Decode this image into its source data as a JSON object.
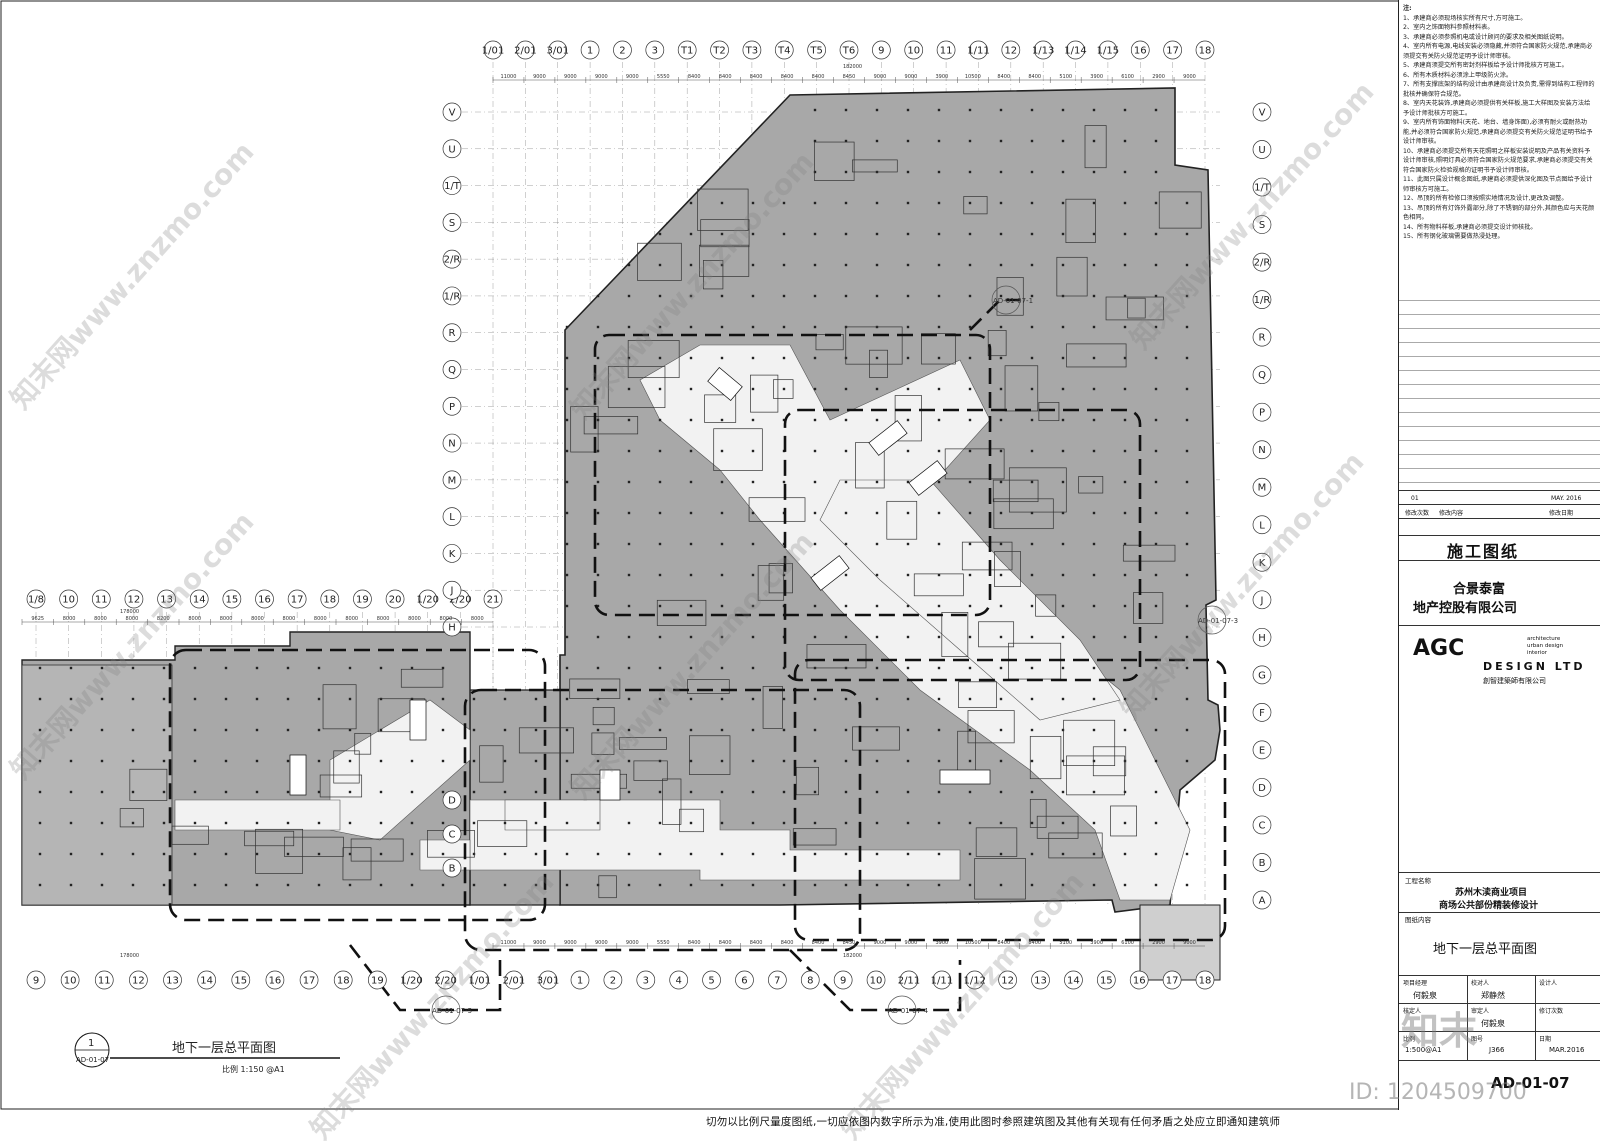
{
  "colors": {
    "floor_fill": "#a8a8a8",
    "corridor_fill": "#f2f2f2",
    "line": "#333333",
    "accent_grid": "#777777"
  },
  "grid_top": [
    "1/01",
    "2/01",
    "3/01",
    "1",
    "2",
    "3",
    "T1",
    "T2",
    "T3",
    "T4",
    "T5",
    "T6",
    "9",
    "10",
    "11",
    "1/11",
    "12",
    "1/13",
    "1/14",
    "1/15",
    "16",
    "17",
    "18"
  ],
  "grid_top_left": [
    "1/8",
    "10",
    "11",
    "12",
    "13",
    "14",
    "15",
    "16",
    "17",
    "18",
    "19",
    "20",
    "1/20",
    "2/20",
    "21"
  ],
  "grid_bottom_left": [
    "9",
    "10",
    "11",
    "12",
    "13",
    "14",
    "15",
    "16",
    "17",
    "18",
    "19",
    "1/20",
    "2/20",
    "1/01",
    "2/01",
    "3/01"
  ],
  "grid_bottom_right": [
    "1",
    "2",
    "3",
    "4",
    "5",
    "6",
    "7",
    "8",
    "9",
    "10",
    "2/11",
    "1/11",
    "1/12",
    "12",
    "13",
    "14",
    "15",
    "16",
    "17",
    "18"
  ],
  "grid_left": [
    "V",
    "U",
    "1/T",
    "S",
    "2/R",
    "1/R",
    "R",
    "Q",
    "P",
    "N",
    "M",
    "L",
    "K",
    "J",
    "H"
  ],
  "grid_right": [
    "V",
    "U",
    "1/T",
    "S",
    "2/R",
    "1/R",
    "R",
    "Q",
    "P",
    "N",
    "M",
    "L",
    "K",
    "J",
    "H",
    "G",
    "F",
    "E",
    "D",
    "C",
    "B",
    "A"
  ],
  "grid_mid": [
    "D",
    "C",
    "B"
  ],
  "dim_total_top": "182000",
  "dim_total_left": "178000",
  "dims_top": [
    "11000",
    "9000",
    "9000",
    "9000",
    "9000",
    "5550",
    "8400",
    "8400",
    "8400",
    "8400",
    "8400",
    "8450",
    "9000",
    "9000",
    "3900",
    "10500",
    "8400",
    "8400",
    "5100",
    "3900",
    "6100",
    "2900",
    "9000"
  ],
  "dims_left_top": [
    "9625",
    "8000",
    "8000",
    "8000",
    "8200",
    "8000",
    "8000",
    "8000",
    "8000",
    "8000",
    "8000",
    "8000",
    "8000",
    "8000",
    "8000"
  ],
  "section_tags": [
    "AD-01-07-1",
    "AD-01-07-3",
    "AD-01-07-4",
    "AD-01-07-5"
  ],
  "drawing": {
    "title": "地下一层总平面图",
    "scale": "比例 1:150 @A1",
    "number": "1",
    "ref": "AD-01-07"
  },
  "notes": {
    "heading": "注:",
    "items": [
      "1、承建商必须现场核实所有尺寸,方可施工。",
      "2、室内之饰面物料参照材料表。",
      "3、承建商必须参照机电或设计顾问的要求及相关图纸说明。",
      "4、室内所有电源,电线安装必须隐藏,并须符合国家防火规范,承建商必须提交有关防火规范证明予设计师审核。",
      "5、承建商须提交所有密封剂样板给予设计师批核方可施工。",
      "6、所有木质材料必须涂上甲级防火涂。",
      "7、所有支撑底架的结构设计由承建商设计及负责,需得到结构工程师的批核并确保符合规范。",
      "8、室内天花装饰,承建商必须提供有关样板,施工大样图及安装方法给予设计师批核方可施工。",
      "9、室内所有饰面物料(天花、地台、墙身饰面),必须有耐火或耐热功能,并必须符合国家防火规范,承建商必须提交有关防火规范证明书给予设计师审核。",
      "10、承建商必须提交所有天花照明之样板安装说明及产品有关资料予设计师审核,照明灯具必须符合国家防火规范要求,承建商必须提交有关符合国家防火检验规格的证明书予设计师审核。",
      "11、此图只属设计概念图纸,承建商必须提供深化图及节点图给予设计师审核方可施工。",
      "12、吊顶的所有检修口须按照实地情况及设计,更改及调整。",
      "13、吊顶的所有灯饰外露部分,除了不锈钢的部分外,其颜色应与天花颜色相同。",
      "14、所有物料样板,承建商必须提交设计师核批。",
      "15、所有钢化玻璃需要做热浸处理。"
    ]
  },
  "revision": {
    "no": "01",
    "date": "MAY. 2016",
    "col_no": "修改次数",
    "col_content": "修改内容",
    "col_date": "修改日期"
  },
  "stage": "施工图纸",
  "client": [
    "合景泰富",
    "地产控股有限公司"
  ],
  "firm": {
    "logo": "AGC",
    "tag_lines": [
      "architecture",
      "urban design",
      "interior"
    ],
    "name_en": "DESIGN LTD",
    "name_cn": "創智建築師有限公司"
  },
  "project": {
    "label": "工程名称",
    "name": [
      "苏州木渎商业项目",
      "商场公共部份精装修设计"
    ]
  },
  "content": {
    "label": "图纸内容",
    "title": "地下一层总平面图"
  },
  "signoff": {
    "row1": [
      "项目经理",
      "校对人",
      "设计人"
    ],
    "row2": [
      "核定人",
      "审定人",
      "修订次数"
    ],
    "row3": [
      "比例",
      "图号",
      "日期"
    ],
    "names": [
      "何毅泉",
      "郑静然",
      "何毅泉"
    ],
    "scale": "1:500@A1",
    "code": "J366",
    "date": "MAR.2016",
    "sheet_no": "AD-01-07"
  },
  "bottom_notice": "切勿以比例尺量度图纸,一切应依图内数字所示为准,使用此图时参照建筑图及其他有关现有任何矛盾之处应立即通知建筑师",
  "watermark": {
    "text": "知末网www.znzmo.com",
    "logo": "知末",
    "id": "ID: 1204509700"
  }
}
